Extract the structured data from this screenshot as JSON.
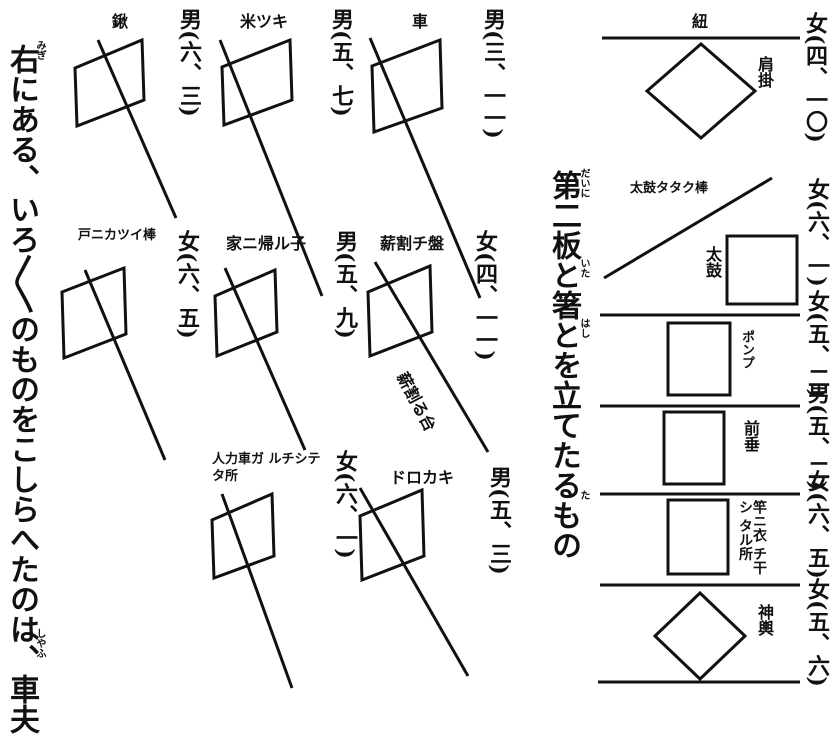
{
  "heading": "第二板と箸とを立てたるもの",
  "heading_ruby": {
    "dai_ni": "だいに",
    "ita": "いた",
    "hashi": "はし",
    "ta": "た"
  },
  "side_note": "右にある、いろ〳〵のものをこしらへたのは、車夫",
  "side_note_ruby": {
    "migi": "みぎ",
    "shafu": "しやふ"
  },
  "column_right": {
    "top_label": "紐",
    "items": [
      {
        "label": "肩掛",
        "age": "女(四、一〇)"
      },
      {
        "label": "太鼓",
        "age": "女(六、一)",
        "top_caption": "太鼓タタク棒"
      },
      {
        "label": "ポンプ",
        "age": "女(五、二)"
      },
      {
        "label": "前垂",
        "age": "男(五、二)"
      },
      {
        "label": "竿ニ衣 チ干シ タル所",
        "age": "女(六、五)"
      },
      {
        "label": "神輿",
        "age": "女(五、六)"
      }
    ]
  },
  "figures": [
    {
      "title": "車",
      "age": "男(三、一一)"
    },
    {
      "title": "米ツキ",
      "age": "男(五、七)"
    },
    {
      "title": "鍬",
      "age": "男(六、三)"
    },
    {
      "title": "薪割チ盤",
      "age": "女(四、一一)",
      "annotation": "薪割る台"
    },
    {
      "title": "家ニ帰ル子",
      "age": "男(五、九)"
    },
    {
      "title": "戸ニカツイ棒",
      "age": "女(六、五)"
    },
    {
      "title": "ドロカキ",
      "age": "男(五、三)"
    },
    {
      "title": "人力車ガ ルチシテタ所",
      "age": "女(六、一)"
    }
  ]
}
